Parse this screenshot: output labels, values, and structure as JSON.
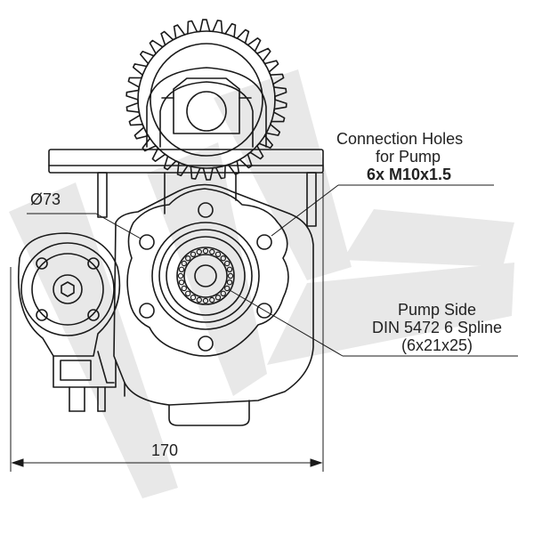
{
  "labels": {
    "connection_line1": "Connection Holes",
    "connection_line2": "for Pump",
    "connection_line3": "6x  M10x1.5",
    "pump_line1": "Pump Side",
    "pump_line2": "DIN 5472 6 Spline",
    "pump_line3": "(6x21x25)",
    "diameter": "Ø73",
    "width_dimension": "170"
  },
  "colors": {
    "line": "#1a1a1a",
    "watermark": "#e6e6e6",
    "background": "#ffffff"
  }
}
